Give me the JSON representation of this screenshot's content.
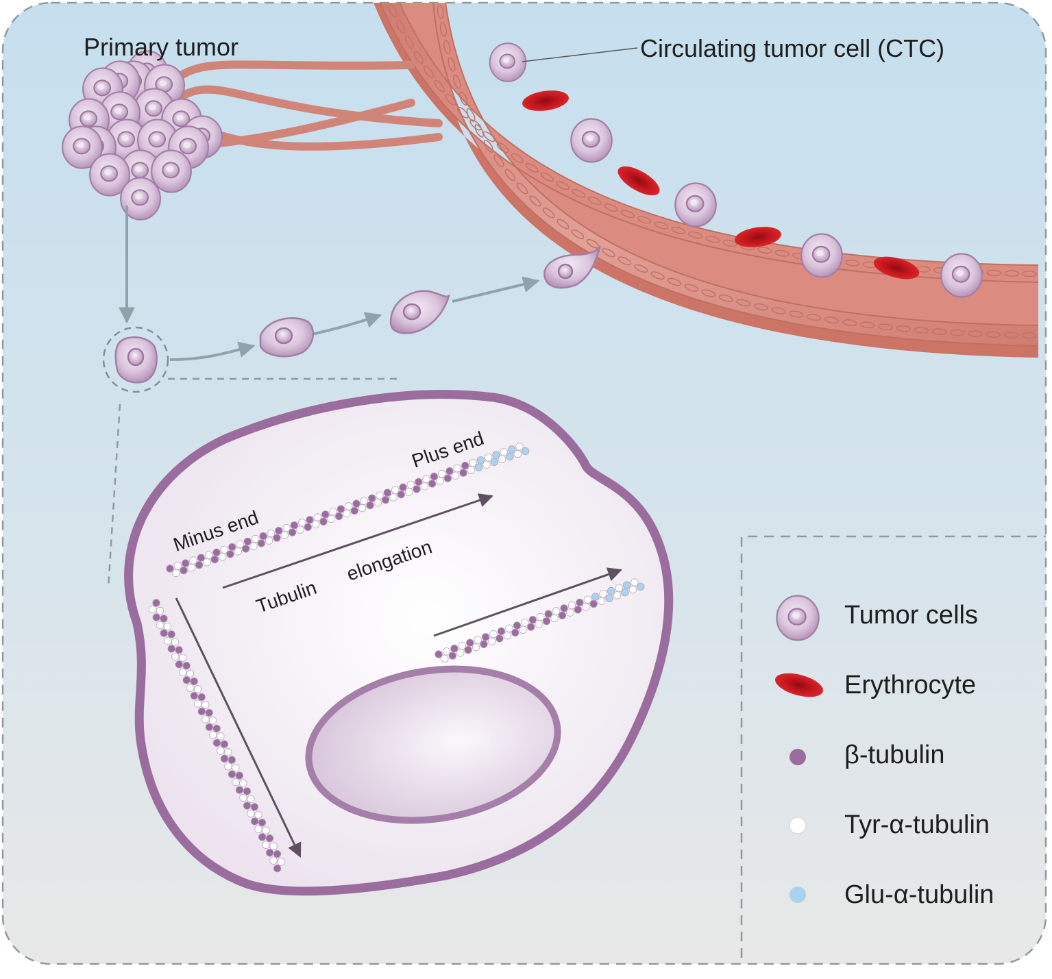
{
  "labels": {
    "primary_tumor": "Primary tumor",
    "ctc": "Circulating tumor cell (CTC)",
    "minus_end": "Minus end",
    "plus_end": "Plus end",
    "tubulin": "Tubulin",
    "elongation": "elongation"
  },
  "legend": {
    "items": [
      {
        "label": "Tumor cells",
        "icon": "tumor-cell-icon"
      },
      {
        "label": "Erythrocyte",
        "icon": "erythrocyte-icon"
      },
      {
        "label": "β-tubulin",
        "icon": "beta-tubulin-dot",
        "color": "#9b6d9f"
      },
      {
        "label": "Tyr-α-tubulin",
        "icon": "tyr-alpha-tubulin-dot",
        "color": "#ffffff"
      },
      {
        "label": "Glu-α-tubulin",
        "icon": "glu-alpha-tubulin-dot",
        "color": "#a9d3ee"
      }
    ]
  },
  "colors": {
    "background_top": "#c9e1ee",
    "background_bottom": "#e7e7e7",
    "vessel": "#d9857a",
    "vessel_wall": "#e9aaa0",
    "erythrocyte": "#c41820",
    "tumor_cell": "#d8bfd9",
    "cell_membrane": "#9b6d9f",
    "nucleus": "#e9dcec",
    "arrow": "#8fa3ab",
    "beta_tubulin": "#9b6d9f",
    "tyr_alpha_tubulin": "#ffffff",
    "glu_alpha_tubulin": "#a9d3ee"
  }
}
